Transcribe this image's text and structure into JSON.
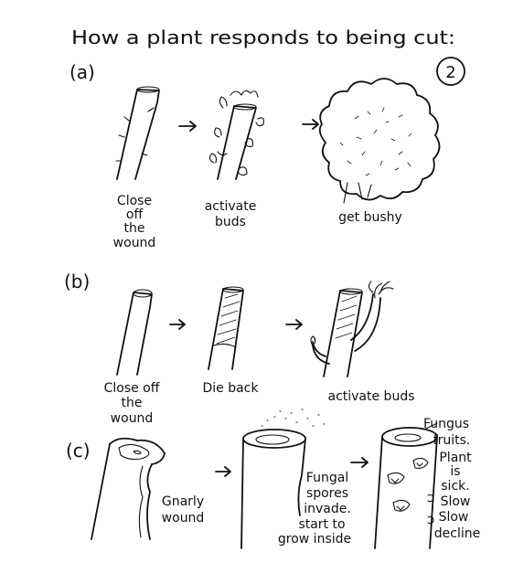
{
  "title": "How a plant responds to being cut:",
  "page_number": "2",
  "colors": {
    "ink": "#111111",
    "paper": "#ffffff"
  },
  "sections": [
    {
      "label": "(a)",
      "stages": [
        {
          "lines": [
            "Close",
            "off",
            "the",
            "wound"
          ]
        },
        {
          "lines": [
            "activate",
            "buds"
          ]
        },
        {
          "lines": [
            "get bushy"
          ]
        }
      ]
    },
    {
      "label": "(b)",
      "stages": [
        {
          "lines": [
            "Close off",
            "the",
            "wound"
          ]
        },
        {
          "lines": [
            "Die back"
          ]
        },
        {
          "lines": [
            "activate buds"
          ]
        }
      ]
    },
    {
      "label": "(c)",
      "stages": [
        {
          "lines": [
            "Gnarly",
            "wound"
          ]
        },
        {
          "lines": [
            "Fungal",
            "spores",
            "invade.",
            "start to",
            "grow inside"
          ]
        },
        {
          "lines": [
            "Fungus",
            "fruits.",
            "Plant",
            "is",
            "sick.",
            "Slow",
            "Slow",
            "decline"
          ]
        }
      ]
    }
  ]
}
